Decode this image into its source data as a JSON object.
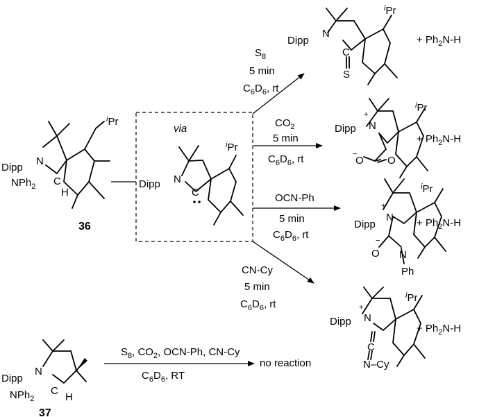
{
  "compounds": {
    "c36": {
      "label": "36",
      "dipp": "Dipp",
      "n": "N",
      "c": "C",
      "h": "H",
      "nph2": "NPh",
      "nph2_sub": "2",
      "ipr_i": "i",
      "ipr": "Pr"
    },
    "c37": {
      "label": "37",
      "dipp": "Dipp",
      "n": "N",
      "c": "C",
      "h": "H",
      "nph2": "NPh",
      "nph2_sub": "2"
    },
    "carbene": {
      "via": "via",
      "dipp": "Dipp",
      "n": "N",
      "c": "C",
      "ipr_i": "i",
      "ipr": "Pr"
    },
    "p1": {
      "dipp": "Dipp",
      "n": "N",
      "c": "C",
      "s": "S",
      "ipr_i": "i",
      "ipr": "Pr"
    },
    "p2": {
      "dipp": "Dipp",
      "n": "N",
      "plus": "+",
      "minus": "−",
      "o1": "O",
      "o2": "O",
      "ipr_i": "i",
      "ipr": "Pr"
    },
    "p3": {
      "dipp": "Dipp",
      "n": "N",
      "plus": "+",
      "minus": "−",
      "o": "O",
      "n2": "N",
      "ph": "Ph",
      "ipr_i": "i",
      "ipr": "Pr"
    },
    "p4": {
      "dipp": "Dipp",
      "n": "N",
      "plus": "+",
      "c": "C",
      "n2": "N",
      "cy": "–Cy",
      "ipr_i": "i",
      "ipr": "Pr"
    }
  },
  "reactions": {
    "r1": {
      "reagent": "S",
      "reagent_sub": "8",
      "time": "5 min",
      "solv_c": "C",
      "solv_c_sub": "6",
      "solv_d": "D",
      "solv_d_sub": "6",
      "solv_rest": ", rt"
    },
    "r2": {
      "reagent": "CO",
      "reagent_sub": "2",
      "time": "5 min",
      "solv_c": "C",
      "solv_c_sub": "6",
      "solv_d": "D",
      "solv_d_sub": "6",
      "solv_rest": ", rt"
    },
    "r3": {
      "reagent": "OCN-Ph",
      "time": "5 min",
      "solv_c": "C",
      "solv_c_sub": "6",
      "solv_d": "D",
      "solv_d_sub": "6",
      "solv_rest": ", rt"
    },
    "r4": {
      "reagent": "CN-Cy",
      "time": "5 min",
      "solv_c": "C",
      "solv_c_sub": "6",
      "solv_d": "D",
      "solv_d_sub": "6",
      "solv_rest": ", rt"
    },
    "r5": {
      "reagents_a": "S",
      "reagents_a_sub": "8",
      "reagents_b": ", CO",
      "reagents_b_sub": "2",
      "reagents_c": ", OCN-Ph, CN-Cy",
      "solv_c": "C",
      "solv_c_sub": "6",
      "solv_d": "D",
      "solv_d_sub": "6",
      "solv_rest": ", RT",
      "result": "no reaction"
    }
  },
  "byproducts": {
    "prefix": "+ Ph",
    "sub": "2",
    "suffix": "N-H"
  }
}
